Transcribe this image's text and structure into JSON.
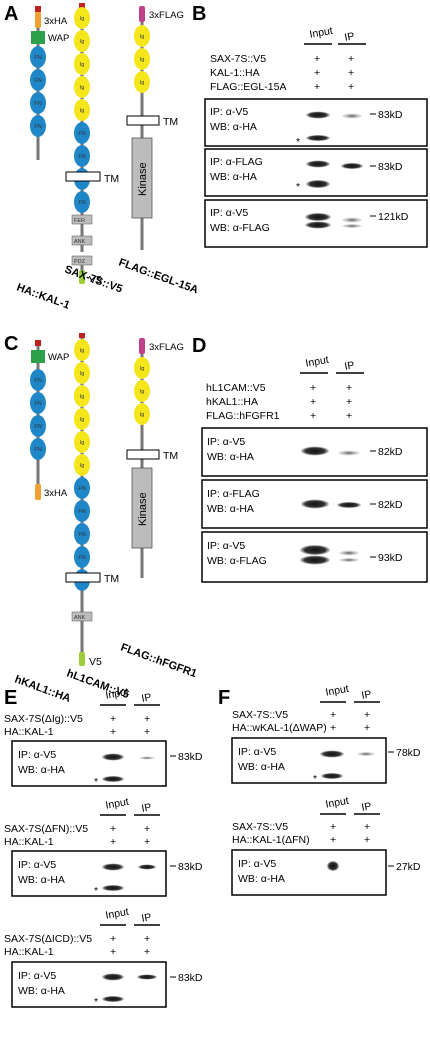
{
  "figure": {
    "panel_a": {
      "letter": "A",
      "tag_label": "3xHA",
      "wap_label": "WAP",
      "tag2_label": "3xFLAG",
      "tm_label_1": "TM",
      "tm_label_2": "TM",
      "kinase_label": "Kinase",
      "v5_label": "V5",
      "fer_label": "FER",
      "ank_label": "ANK",
      "pdz_label": "PDZ",
      "ig_label": "Ig",
      "fn_label": "FN",
      "protein_1": "HA::KAL-1",
      "protein_2": "SAX-7S::V5",
      "protein_3": "FLAG::EGL-15A"
    },
    "panel_b": {
      "letter": "B",
      "col_input": "Input",
      "col_ip": "IP",
      "rows": [
        {
          "label": "SAX-7S::V5",
          "input": "+",
          "ip": "+"
        },
        {
          "label": "KAL-1::HA",
          "input": "+",
          "ip": "+"
        },
        {
          "label": "FLAG::EGL-15A",
          "input": "+",
          "ip": "+"
        }
      ],
      "blots": [
        {
          "ip": "IP: α-V5",
          "wb": "WB: α-HA",
          "size": "83kD",
          "asterisk": "*"
        },
        {
          "ip": "IP: α-FLAG",
          "wb": "WB: α-HA",
          "size": "83kD",
          "asterisk": "*"
        },
        {
          "ip": "IP: α-V5",
          "wb": "WB: α-FLAG",
          "size": "121kD",
          "asterisk": ""
        }
      ]
    },
    "panel_c": {
      "letter": "C",
      "wap_label": "WAP",
      "tag_label": "3xHA",
      "tag2_label": "3xFLAG",
      "tm_label_1": "TM",
      "tm_label_2": "TM",
      "kinase_label": "Kinase",
      "v5_label": "V5",
      "ank_label": "ANK",
      "protein_1": "hKAL1::HA",
      "protein_2": "hL1CAM::V5",
      "protein_3": "FLAG::hFGFR1"
    },
    "panel_d": {
      "letter": "D",
      "col_input": "Input",
      "col_ip": "IP",
      "rows": [
        {
          "label": "hL1CAM::V5",
          "input": "+",
          "ip": "+"
        },
        {
          "label": "hKAL1::HA",
          "input": "+",
          "ip": "+"
        },
        {
          "label": "FLAG::hFGFR1",
          "input": "+",
          "ip": "+"
        }
      ],
      "blots": [
        {
          "ip": "IP: α-V5",
          "wb": "WB: α-HA",
          "size": "82kD"
        },
        {
          "ip": "IP: α-FLAG",
          "wb": "WB: α-HA",
          "size": "82kD"
        },
        {
          "ip": "IP: α-V5",
          "wb": "WB: α-FLAG",
          "size": "93kD"
        }
      ]
    },
    "panel_e": {
      "letter": "E",
      "sub": [
        {
          "col_input": "Input",
          "col_ip": "IP",
          "rows": [
            {
              "label": "SAX-7S(ΔIg)::V5",
              "input": "+",
              "ip": "+"
            },
            {
              "label": "HA::KAL-1",
              "input": "+",
              "ip": "+"
            }
          ],
          "ip": "IP: α-V5",
          "wb": "WB: α-HA",
          "size": "83kD",
          "asterisk": "*"
        },
        {
          "col_input": "Input",
          "col_ip": "IP",
          "rows": [
            {
              "label": "SAX-7S(ΔFN)::V5",
              "input": "+",
              "ip": "+"
            },
            {
              "label": "HA::KAL-1",
              "input": "+",
              "ip": "+"
            }
          ],
          "ip": "IP: α-V5",
          "wb": "WB: α-HA",
          "size": "83kD",
          "asterisk": "*"
        },
        {
          "col_input": "Input",
          "col_ip": "IP",
          "rows": [
            {
              "label": "SAX-7S(ΔICD)::V5",
              "input": "+",
              "ip": "+"
            },
            {
              "label": "HA::KAL-1",
              "input": "+",
              "ip": "+"
            }
          ],
          "ip": "IP: α-V5",
          "wb": "WB: α-HA",
          "size": "83kD",
          "asterisk": "*"
        }
      ]
    },
    "panel_f": {
      "letter": "F",
      "sub": [
        {
          "col_input": "Input",
          "col_ip": "IP",
          "rows": [
            {
              "label": "SAX-7S::V5",
              "input": "+",
              "ip": "+"
            },
            {
              "label": "HA::wKAL-1(ΔWAP)",
              "input": "+",
              "ip": "+"
            }
          ],
          "ip": "IP: α-V5",
          "wb": "WB: α-HA",
          "size": "78kD",
          "asterisk": "*"
        },
        {
          "col_input": "Input",
          "col_ip": "IP",
          "rows": [
            {
              "label": "SAX-7S::V5",
              "input": "+",
              "ip": "+"
            },
            {
              "label": "HA::KAL-1(ΔFN)",
              "input": "+",
              "ip": "+"
            }
          ],
          "ip": "IP: α-V5",
          "wb": "WB: α-HA",
          "size": "27kD",
          "asterisk": ""
        }
      ]
    },
    "colors": {
      "ig": "#f5e61b",
      "fn": "#1f86c8",
      "wap": "#2ca14a",
      "ha_tag": "#f0a030",
      "flag_tag": "#c0408a",
      "v5_tag": "#9ccf3a",
      "red_tip": "#c02020",
      "kinase": "#bcbcbc",
      "box": "#c8c8c8"
    }
  }
}
